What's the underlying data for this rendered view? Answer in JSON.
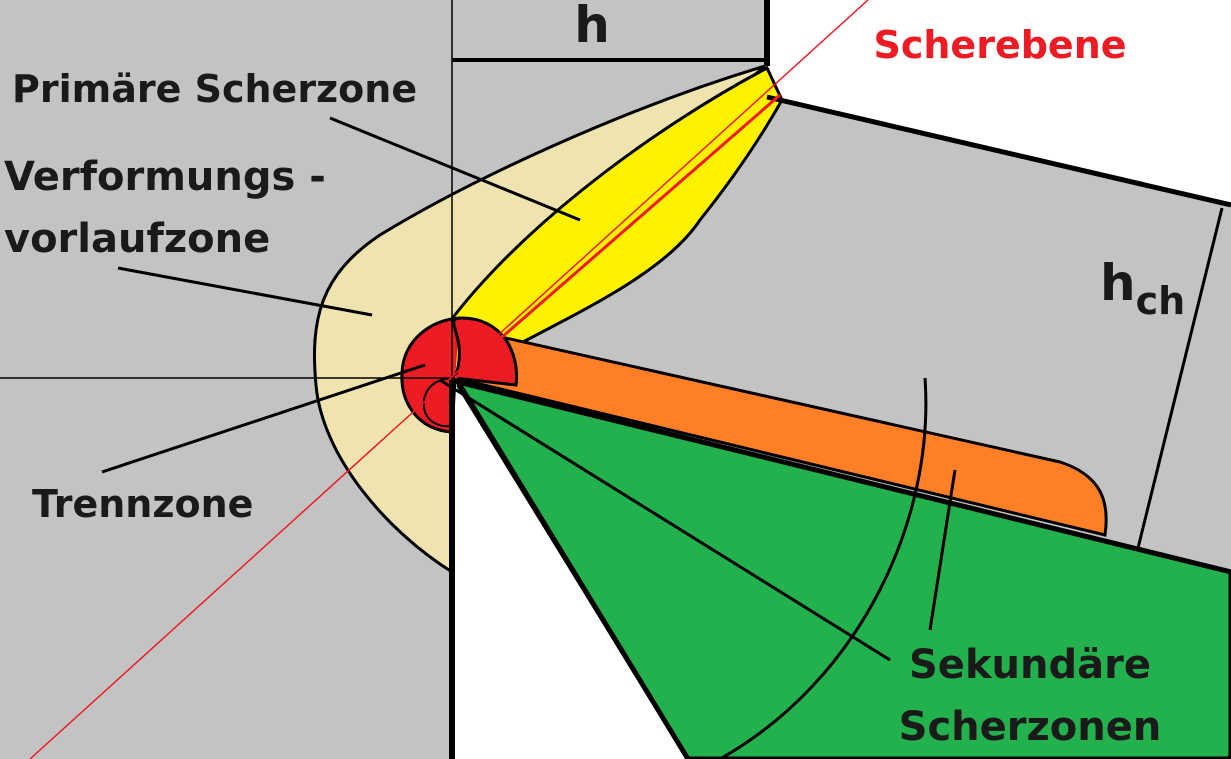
{
  "labels": {
    "h": "h",
    "scherebene": "Scherebene",
    "primaere_scherzone": "Primäre Scherzone",
    "verformung_line1": "Verformungs -",
    "verformung_line2": "vorlaufzone",
    "hch_main": "h",
    "hch_sub": "ch",
    "trennzone": "Trennzone",
    "sekundaere_line1": "Sekundäre",
    "sekundaere_line2": "Scherzonen"
  },
  "colors": {
    "workpiece": "#c3c3c3",
    "chip": "#c3c3c3",
    "background": "#ffffff",
    "primary_zone": "#fff200",
    "preflow_zone": "#efe4b0",
    "separation_zone": "#ed1c24",
    "secondary_zone_chip": "#ff7f27",
    "tool": "#22b14c",
    "shear_plane": "#ed1c24",
    "label_text": "#1a1a1a",
    "scherebene_text": "#ed1c24"
  }
}
